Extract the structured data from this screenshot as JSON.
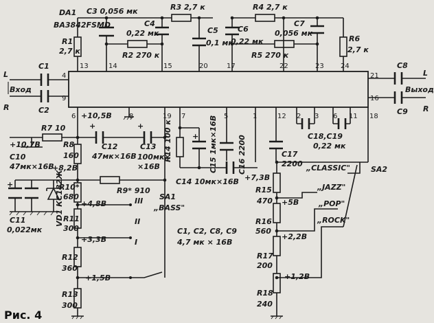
{
  "figure": {
    "caption": "Рис. 4"
  },
  "chip": {
    "name": "DA1",
    "part": "BA3842FSMD"
  },
  "pins": {
    "p13": "13",
    "p14": "14",
    "p15": "15",
    "p20": "20",
    "p17": "17",
    "p22": "22",
    "p23": "23",
    "p24": "24",
    "p4": "4",
    "p9": "9",
    "p21": "21",
    "p16": "16",
    "p6": "6",
    "p8": "8",
    "p19": "19",
    "p7": "7",
    "p5": "5",
    "p1": "1",
    "p12": "12",
    "p2": "2",
    "p3": "3",
    "p6b": "6",
    "p11": "11",
    "p18": "18"
  },
  "io": {
    "in_l": "L",
    "in_r": "R",
    "in_label": "Вход",
    "out_l": "L",
    "out_r": "R",
    "out_label": "Выход"
  },
  "components": {
    "c3": "C3  0,056 мк",
    "r3": "R3  2,7 к",
    "r4": "R4  2,7 к",
    "c4a": "C4",
    "c4b": "0,22 мк",
    "c5a": "C5",
    "c5b": "0,1 мк",
    "c6a": "C6",
    "c6b": "0,22 мк",
    "c7a": "C7",
    "c7b": "0,056 мк",
    "r2": "R2  270 к",
    "r5": "R5  270 к",
    "r1a": "R1",
    "r1b": "2,7 к",
    "r6a": "R6",
    "r6b": "2,7 к",
    "c1": "C1",
    "c2": "C2",
    "c8": "C8",
    "c9": "C9",
    "r7": "R7  10",
    "r8a": "R8",
    "r8b": "160",
    "c10a": "C10",
    "c10b": "47мк×16В",
    "c12a": "C12",
    "c12b": "47мк×16В",
    "c13a": "C13",
    "c13b": "100мк×",
    "c13c": "×16В",
    "r14": "R14  100 к",
    "c15": "C15 1мк×16В",
    "c16": "C16  2200",
    "c17a": "C17",
    "c17b": "2200",
    "c18": "C18,C19",
    "c18b": "0,22 мк",
    "c14": "C14  10мк×16В",
    "r9": "R9*  910",
    "r10a": "R10*",
    "r10b": "680",
    "vd1": "VD1  КС182Ж",
    "c11a": "C11",
    "c11b": "0,022мк",
    "r11a": "R11",
    "r11b": "300",
    "r12a": "R12",
    "r12b": "360",
    "r13a": "R13",
    "r13b": "300",
    "r15a": "R15",
    "r15b": "470",
    "r16a": "R16",
    "r16b": "560",
    "r17a": "R17",
    "r17b": "200",
    "r18a": "R18",
    "r18b": "240",
    "note1": "C1, C2, C8, C9",
    "note2": "4,7 мк × 16В"
  },
  "voltages": {
    "v1": "+10,5В",
    "v2": "+10,7В",
    "v3": "+8,2В",
    "v4": "+4,8В",
    "v5": "+3,3В",
    "v6": "+1,5В",
    "v7": "+7,3В",
    "v8": "+5В",
    "v9": "+2,2В",
    "v10": "+1,2В"
  },
  "switches": {
    "sa1": "SA1",
    "bass": "„BASS\"",
    "pos3": "III",
    "pos2": "II",
    "pos1": "I",
    "sa2": "SA2",
    "classic": "„CLASSIC\"",
    "jazz": "„JAZZ\"",
    "pop": "„POP\"",
    "rock": "„ROCK\""
  }
}
